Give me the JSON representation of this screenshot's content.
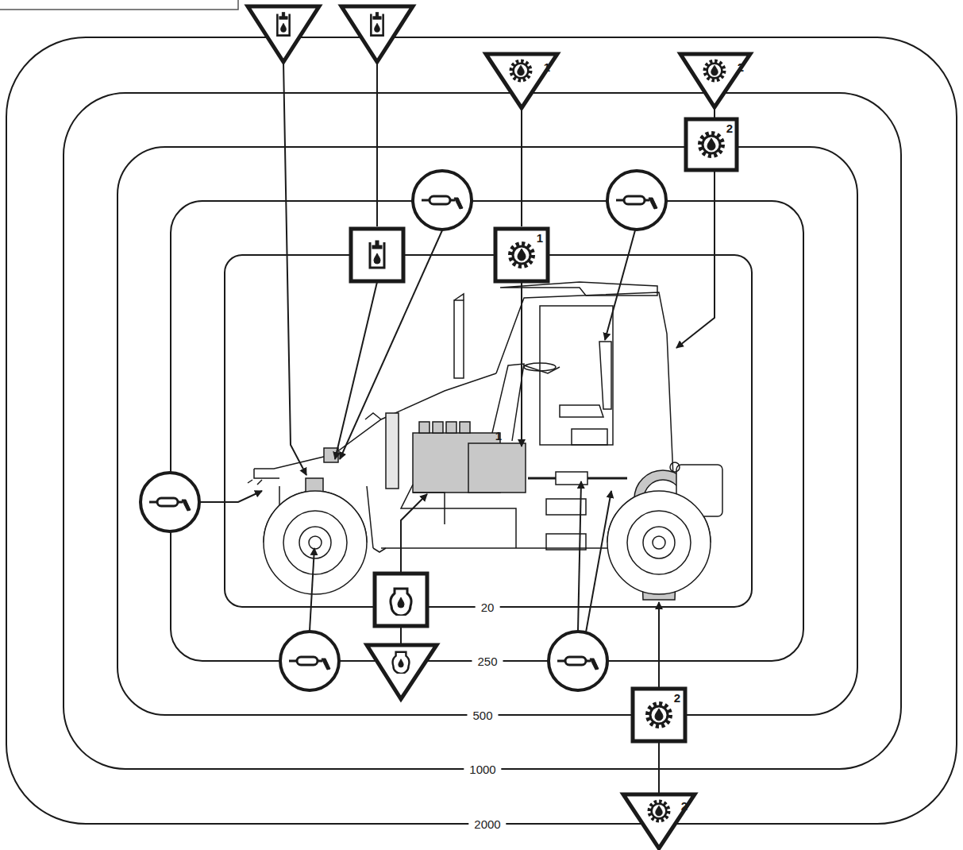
{
  "diagram": {
    "labels": [
      "20",
      "250",
      "500",
      "1000",
      "2000",
      "1",
      "2",
      "2",
      "1",
      "1",
      "2",
      "2"
    ]
  }
}
